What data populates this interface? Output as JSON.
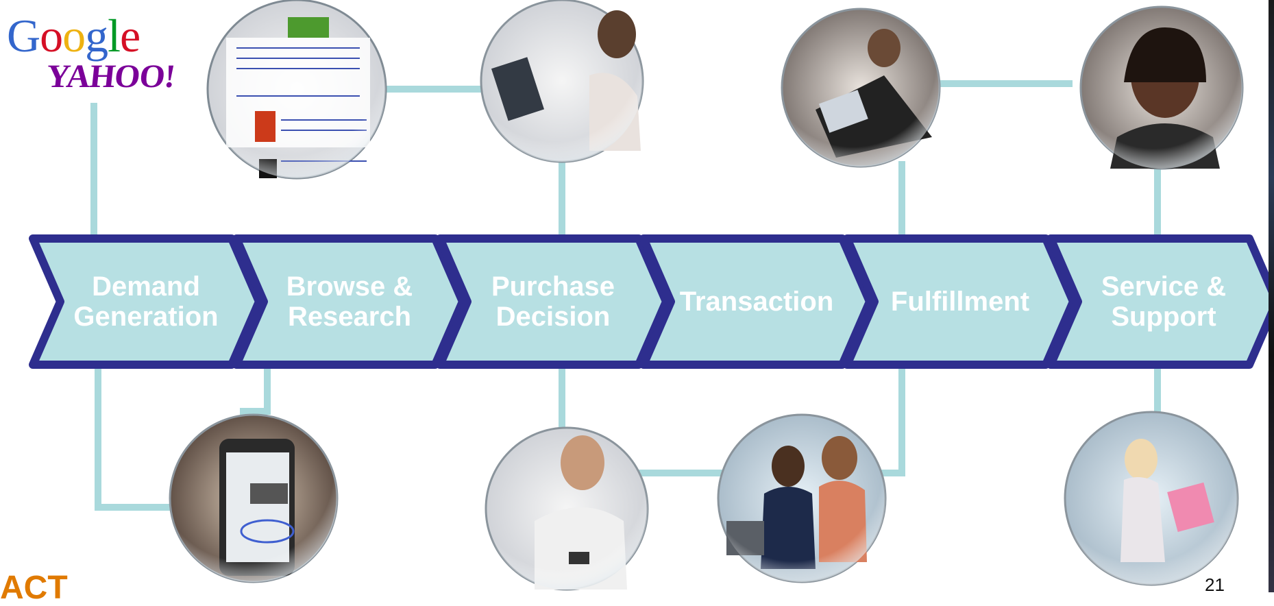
{
  "logos": {
    "google": "Google",
    "yahoo": "YAHOO!",
    "act": "ACT"
  },
  "stages": [
    {
      "label": "Demand\nGeneration"
    },
    {
      "label": "Browse &\nResearch"
    },
    {
      "label": "Purchase\nDecision"
    },
    {
      "label": "Transaction"
    },
    {
      "label": "Fulfillment"
    },
    {
      "label": "Service &\nSupport"
    }
  ],
  "page_number": "21",
  "colors": {
    "chevron_fill": "#b7e0e3",
    "chevron_border": "#2e2e8e",
    "connector": "#a9d9dc",
    "label_text": "#ffffff"
  }
}
